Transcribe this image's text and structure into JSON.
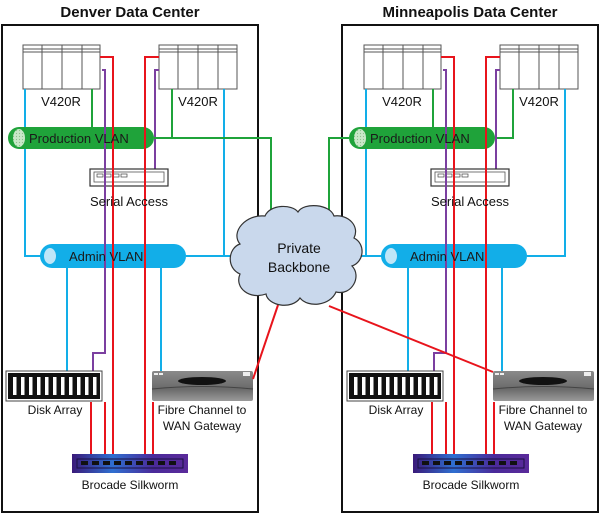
{
  "diagram": {
    "type": "network-topology",
    "colors": {
      "production_vlan": "#1fa33a",
      "admin_vlan": "#12aee8",
      "fibre": "#e8141c",
      "serial": "#7b3fa0",
      "backbone_cloud": "#c9d8ec",
      "border": "#111111"
    },
    "backbone": {
      "label_line1": "Private",
      "label_line2": "Backbone"
    },
    "datacenters": [
      {
        "title": "Denver Data Center",
        "servers": [
          {
            "label": "V420R"
          },
          {
            "label": "V420R"
          }
        ],
        "production_vlan": "Production VLAN",
        "serial_access": "Serial Access",
        "admin_vlan": "Admin VLAN",
        "disk_array": "Disk Array",
        "gateway_line1": "Fibre Channel to",
        "gateway_line2": "WAN Gateway",
        "switch": "Brocade Silkworm"
      },
      {
        "title": "Minneapolis Data Center",
        "servers": [
          {
            "label": "V420R"
          },
          {
            "label": "V420R"
          }
        ],
        "production_vlan": "Production VLAN",
        "serial_access": "Serial Access",
        "admin_vlan": "Admin VLAN",
        "disk_array": "Disk Array",
        "gateway_line1": "Fibre Channel to",
        "gateway_line2": "WAN Gateway",
        "switch": "Brocade Silkworm"
      }
    ]
  }
}
